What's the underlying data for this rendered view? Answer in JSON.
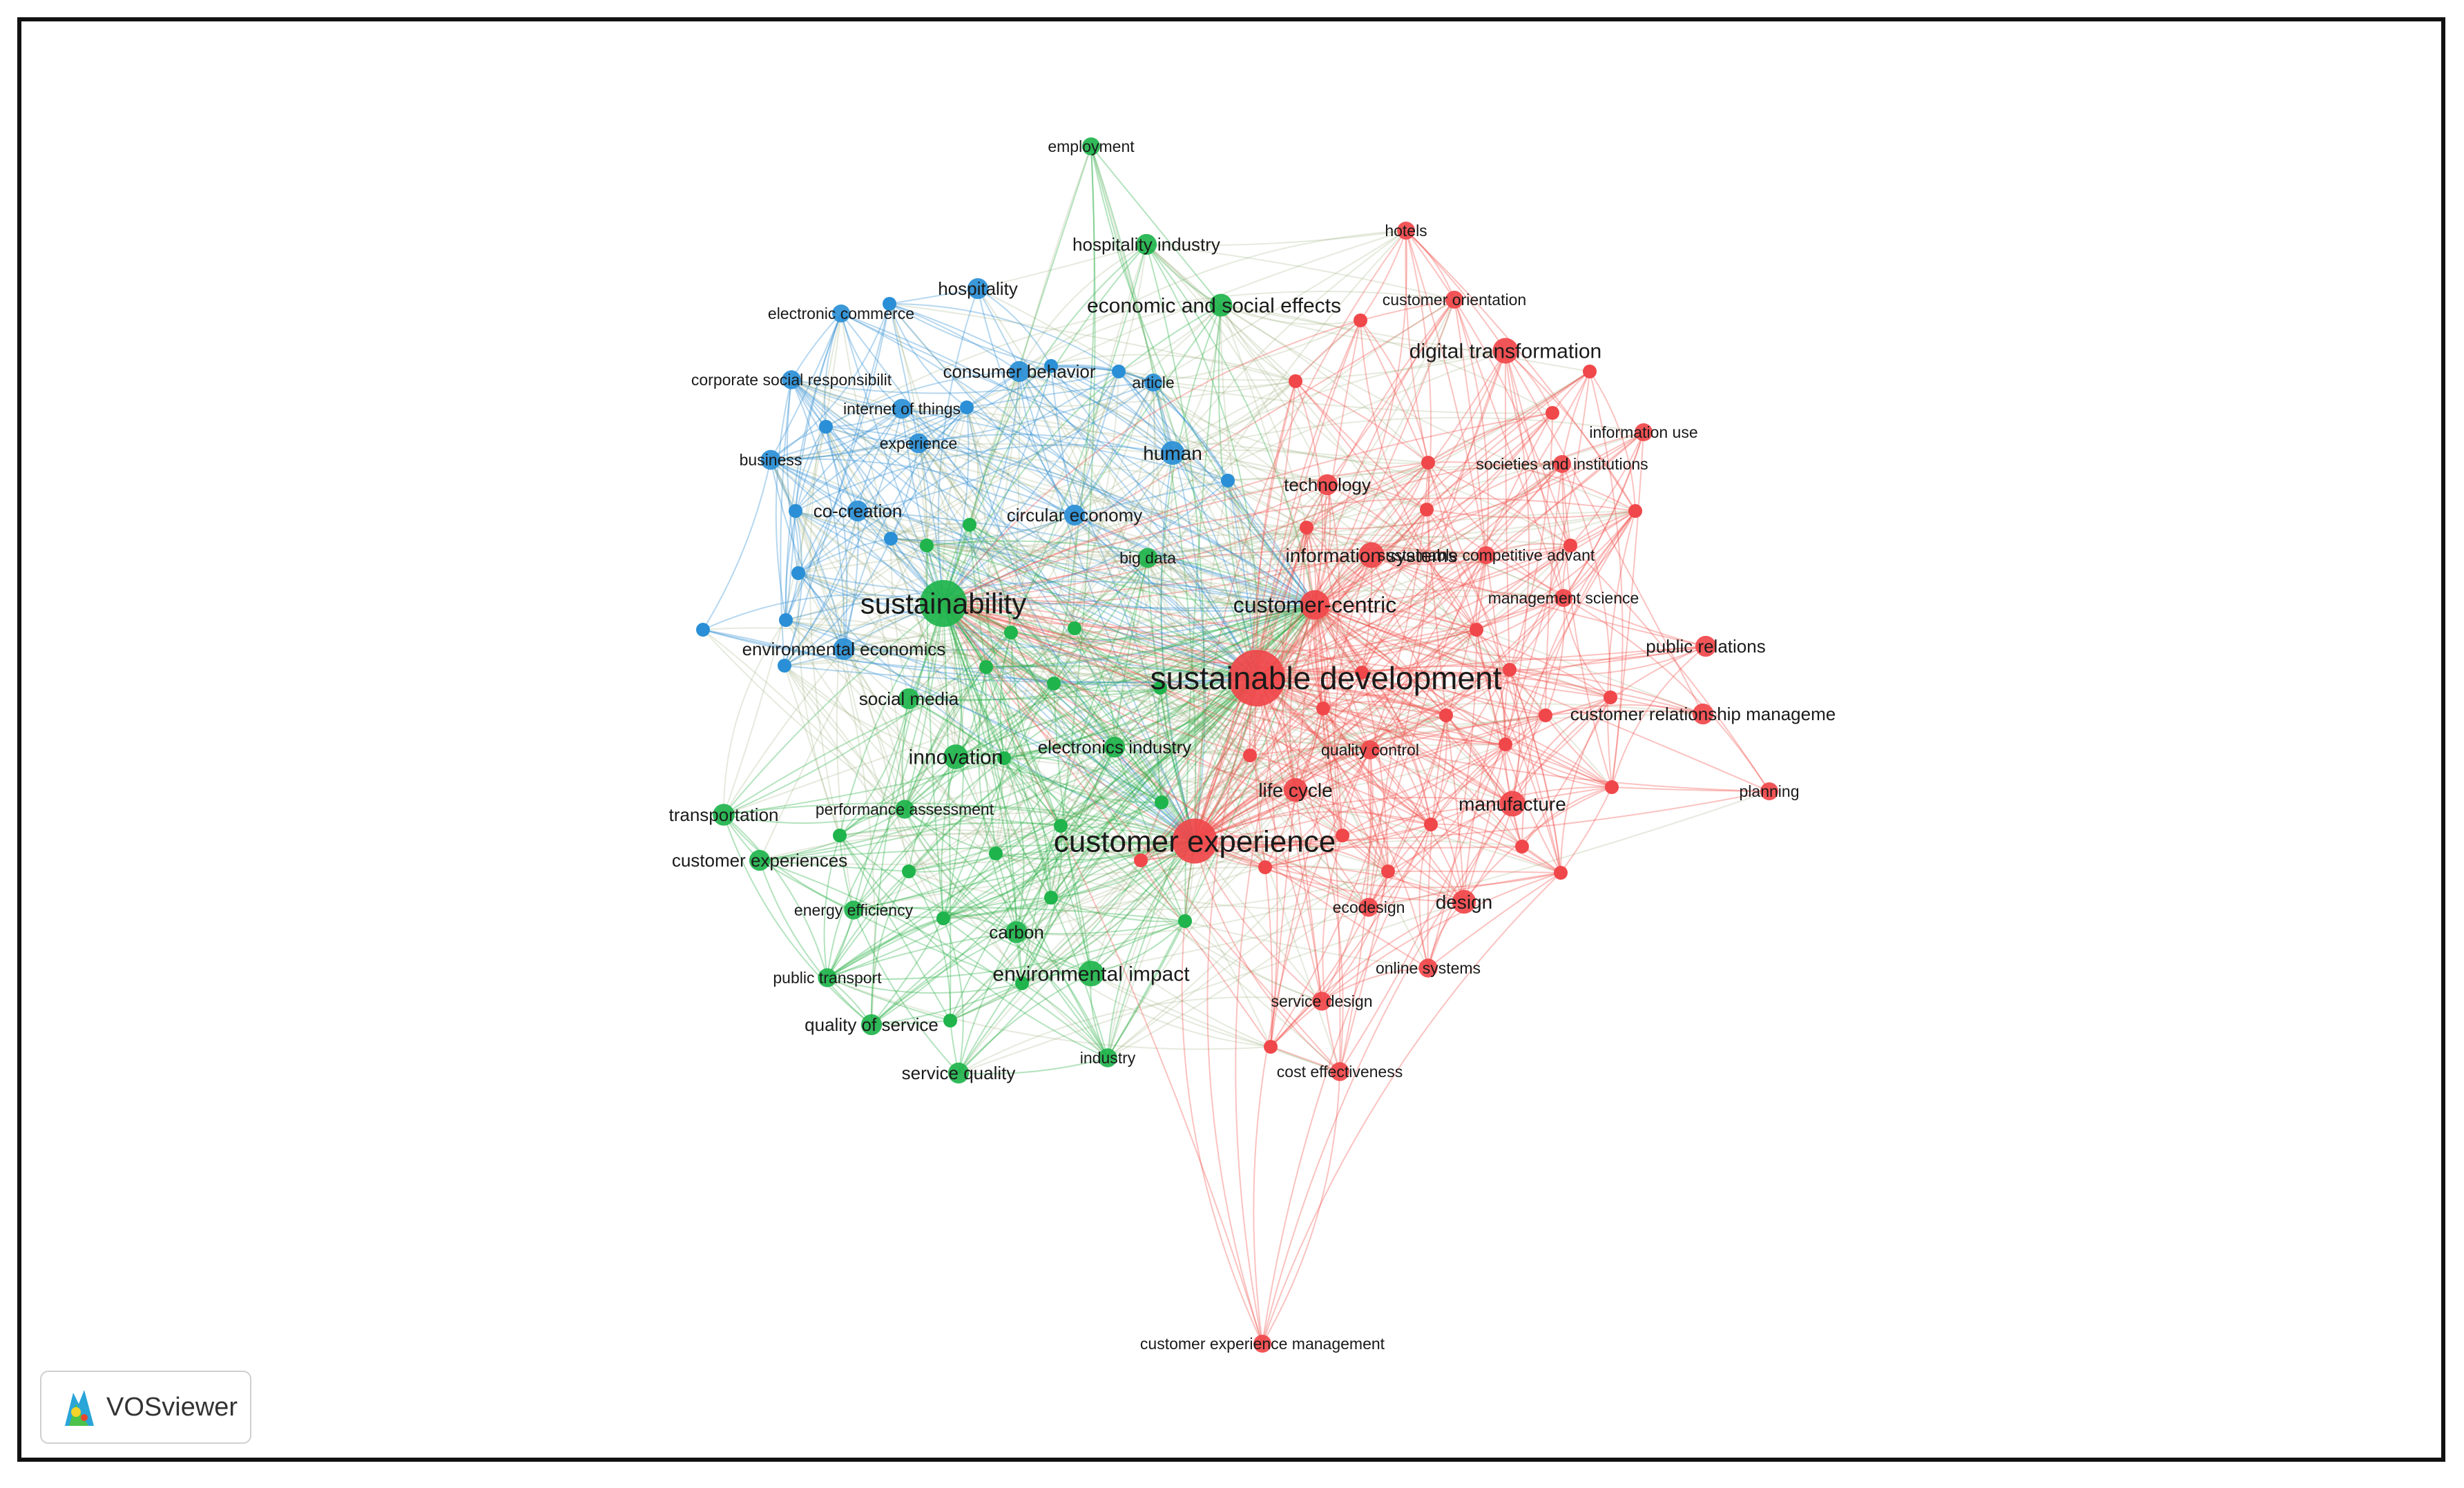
{
  "app": {
    "brand": "VOSviewer"
  },
  "colors": {
    "red": "#f0474a",
    "green": "#1fb44c",
    "blue": "#2a8fd6",
    "frame": "#111111"
  },
  "clusters": {
    "red": {
      "color": "#f0474a",
      "edge": "rgba(240,80,75,0.35)"
    },
    "green": {
      "color": "#1fb44c",
      "edge": "rgba(40,175,70,0.35)"
    },
    "blue": {
      "color": "#2a8fd6",
      "edge": "rgba(45,140,210,0.35)"
    }
  },
  "nodes": [
    {
      "id": "employment",
      "label": "employment",
      "cluster": "green",
      "weight": 1
    },
    {
      "id": "hospitality-industry",
      "label": "hospitality industry",
      "cluster": "green",
      "weight": 1.3
    },
    {
      "id": "hotels",
      "label": "hotels",
      "cluster": "red",
      "weight": 1
    },
    {
      "id": "customer-orientation",
      "label": "customer orientation",
      "cluster": "red",
      "weight": 1
    },
    {
      "id": "hospitality",
      "label": "hospitality",
      "cluster": "blue",
      "weight": 1.3
    },
    {
      "id": "electronic-commerce",
      "label": "electronic commerce",
      "cluster": "blue",
      "weight": 1
    },
    {
      "id": "economic-and-social-effects",
      "label": "economic and social effects",
      "cluster": "green",
      "weight": 1.5
    },
    {
      "id": "digital-transformation",
      "label": "digital transformation",
      "cluster": "red",
      "weight": 1.8
    },
    {
      "id": "corporate-social-responsibilit",
      "label": "corporate social responsibilit",
      "cluster": "blue",
      "weight": 1.1
    },
    {
      "id": "consumer-behavior",
      "label": "consumer behavior",
      "cluster": "blue",
      "weight": 1.3
    },
    {
      "id": "article",
      "label": "article",
      "cluster": "blue",
      "weight": 1
    },
    {
      "id": "internet-of-things",
      "label": "internet of things",
      "cluster": "blue",
      "weight": 1.2
    },
    {
      "id": "information-use",
      "label": "information use",
      "cluster": "red",
      "weight": 1
    },
    {
      "id": "experience",
      "label": "experience",
      "cluster": "blue",
      "weight": 1.2
    },
    {
      "id": "business",
      "label": "business",
      "cluster": "blue",
      "weight": 1.2
    },
    {
      "id": "human",
      "label": "human",
      "cluster": "blue",
      "weight": 1.6
    },
    {
      "id": "societies-and-institutions",
      "label": "societies and institutions",
      "cluster": "red",
      "weight": 1
    },
    {
      "id": "technology",
      "label": "technology",
      "cluster": "red",
      "weight": 1.3
    },
    {
      "id": "co-creation",
      "label": "co-creation",
      "cluster": "blue",
      "weight": 1.3
    },
    {
      "id": "circular-economy",
      "label": "circular economy",
      "cluster": "blue",
      "weight": 1.3
    },
    {
      "id": "big-data",
      "label": "big data",
      "cluster": "green",
      "weight": 1.2
    },
    {
      "id": "information-systems",
      "label": "information systems",
      "cluster": "red",
      "weight": 1.8
    },
    {
      "id": "sustainable-competitive-advant",
      "label": "sustainable competitive advant",
      "cluster": "red",
      "weight": 1
    },
    {
      "id": "sustainability",
      "label": "sustainability",
      "cluster": "green",
      "weight": 4
    },
    {
      "id": "customer-centric",
      "label": "customer-centric",
      "cluster": "red",
      "weight": 2.2
    },
    {
      "id": "management-science",
      "label": "management science",
      "cluster": "red",
      "weight": 1
    },
    {
      "id": "environmental-economics",
      "label": "environmental economics",
      "cluster": "blue",
      "weight": 1.4
    },
    {
      "id": "public-relations",
      "label": "public relations",
      "cluster": "red",
      "weight": 1.3
    },
    {
      "id": "sustainable-development",
      "label": "sustainable development",
      "cluster": "red",
      "weight": 5
    },
    {
      "id": "social-media",
      "label": "social media",
      "cluster": "green",
      "weight": 1.3
    },
    {
      "id": "customer-relationship-manageme",
      "label": "customer relationship manageme",
      "cluster": "red",
      "weight": 1.3
    },
    {
      "id": "electronics-industry",
      "label": "electronics industry",
      "cluster": "green",
      "weight": 1.3
    },
    {
      "id": "quality-control",
      "label": "quality control",
      "cluster": "red",
      "weight": 1.1
    },
    {
      "id": "innovation",
      "label": "innovation",
      "cluster": "green",
      "weight": 1.7
    },
    {
      "id": "life-cycle",
      "label": "life cycle",
      "cluster": "red",
      "weight": 1.6
    },
    {
      "id": "planning",
      "label": "planning",
      "cluster": "red",
      "weight": 1
    },
    {
      "id": "manufacture",
      "label": "manufacture",
      "cluster": "red",
      "weight": 1.8
    },
    {
      "id": "transportation",
      "label": "transportation",
      "cluster": "green",
      "weight": 1.4
    },
    {
      "id": "performance-assessment",
      "label": "performance assessment",
      "cluster": "green",
      "weight": 1.1
    },
    {
      "id": "customer-experience",
      "label": "customer experience",
      "cluster": "red",
      "weight": 3.8
    },
    {
      "id": "customer-experiences",
      "label": "customer experiences",
      "cluster": "green",
      "weight": 1.3
    },
    {
      "id": "ecodesign",
      "label": "ecodesign",
      "cluster": "red",
      "weight": 1.1
    },
    {
      "id": "design",
      "label": "design",
      "cluster": "red",
      "weight": 1.6
    },
    {
      "id": "energy-efficiency",
      "label": "energy efficiency",
      "cluster": "green",
      "weight": 1.1
    },
    {
      "id": "carbon",
      "label": "carbon",
      "cluster": "green",
      "weight": 1.4
    },
    {
      "id": "online-systems",
      "label": "online systems",
      "cluster": "red",
      "weight": 1.1
    },
    {
      "id": "environmental-impact",
      "label": "environmental impact",
      "cluster": "green",
      "weight": 1.8
    },
    {
      "id": "public-transport",
      "label": "public transport",
      "cluster": "green",
      "weight": 1.1
    },
    {
      "id": "service-design",
      "label": "service design",
      "cluster": "red",
      "weight": 1.1
    },
    {
      "id": "quality-of-service",
      "label": "quality of service",
      "cluster": "green",
      "weight": 1.3
    },
    {
      "id": "industry",
      "label": "industry",
      "cluster": "green",
      "weight": 1.1
    },
    {
      "id": "service-quality",
      "label": "service quality",
      "cluster": "green",
      "weight": 1.3
    },
    {
      "id": "cost-effectiveness",
      "label": "cost effectiveness",
      "cluster": "red",
      "weight": 1.1
    },
    {
      "id": "customer-experience-management",
      "label": "customer experience management",
      "cluster": "red",
      "weight": 1
    }
  ]
}
